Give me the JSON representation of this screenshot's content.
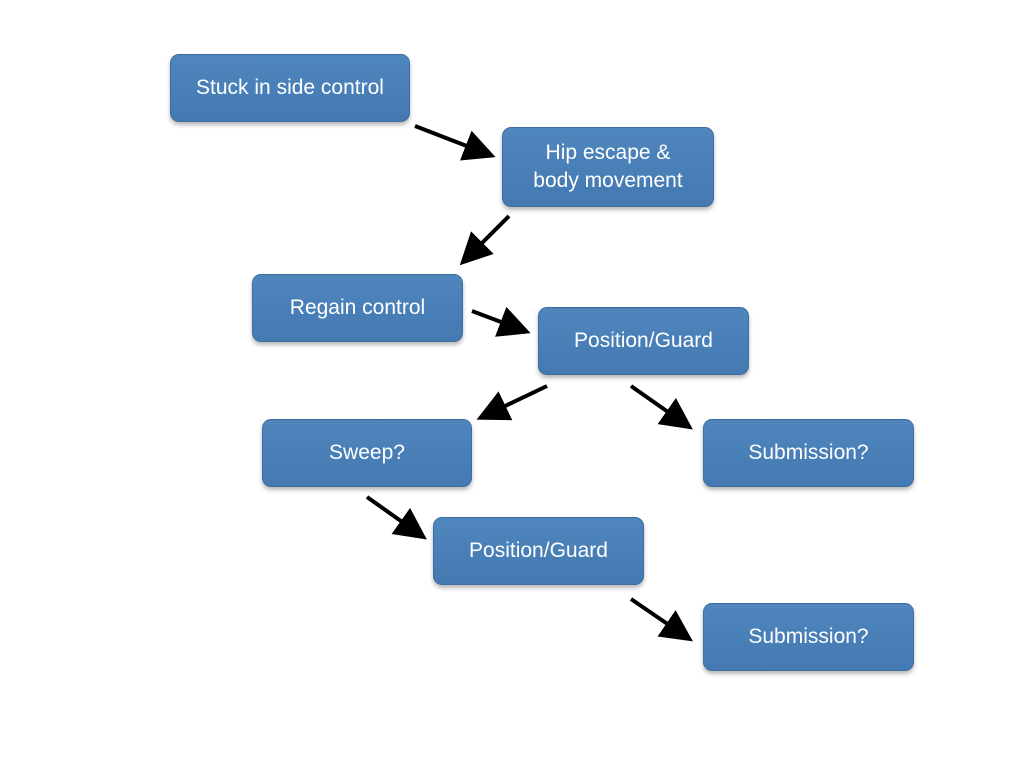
{
  "diagram": {
    "nodes": {
      "stuck": "Stuck in side control",
      "hip_escape": "Hip escape &\nbody movement",
      "regain": "Regain control",
      "position_1": "Position/Guard",
      "sweep": "Sweep?",
      "submission_1": "Submission?",
      "position_2": "Position/Guard",
      "submission_2": "Submission?"
    },
    "edges": [
      {
        "from": "stuck",
        "to": "hip_escape"
      },
      {
        "from": "hip_escape",
        "to": "regain"
      },
      {
        "from": "regain",
        "to": "position_1"
      },
      {
        "from": "position_1",
        "to": "sweep"
      },
      {
        "from": "position_1",
        "to": "submission_1"
      },
      {
        "from": "sweep",
        "to": "position_2"
      },
      {
        "from": "position_2",
        "to": "submission_2"
      }
    ],
    "colors": {
      "node_fill": "#4a80b8",
      "node_text": "#ffffff",
      "arrow": "#000000"
    }
  }
}
